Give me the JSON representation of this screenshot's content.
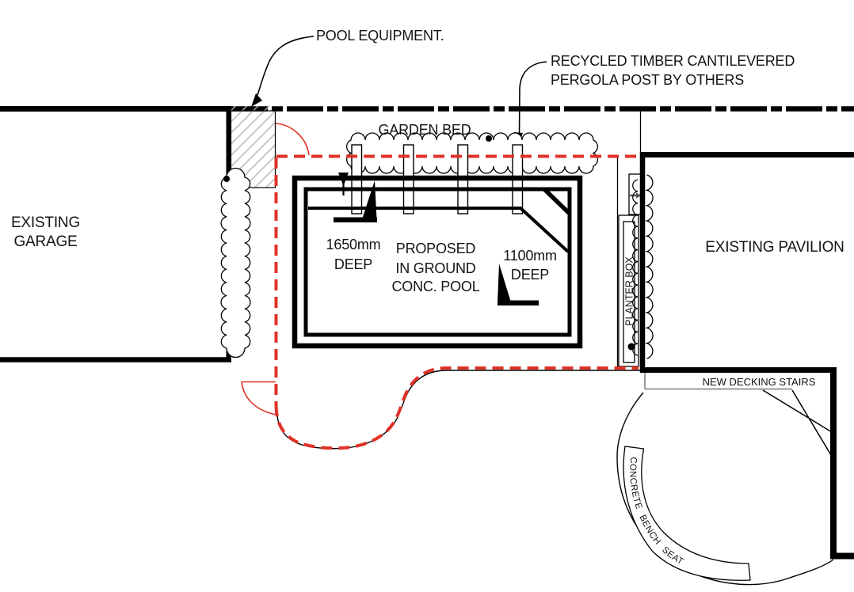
{
  "plan": {
    "callouts": {
      "pool_equipment": "POOL EQUIPMENT.",
      "pergola_note": [
        "RECYCLED TIMBER CANTILEVERED",
        "PERGOLA POST BY OTHERS"
      ],
      "garden_bed": "GARDEN BED"
    },
    "rooms": {
      "garage": [
        "EXISTING",
        "GARAGE"
      ],
      "pavilion": "EXISTING PAVILION"
    },
    "pool": {
      "name": [
        "PROPOSED",
        "IN GROUND",
        "CONC. POOL"
      ],
      "depth_left": [
        "1650mm",
        "DEEP"
      ],
      "depth_right": [
        "1100mm",
        "DEEP"
      ]
    },
    "features": {
      "planter_box": "PLANTER BOX",
      "new_decking_stairs": "NEW DECKING STAIRS",
      "concrete_bench_seat": "CONCRETE  BENCH SEAT"
    },
    "colors": {
      "pool_fence_red": "#e03227",
      "hatch_gray": "#b3b3b3",
      "stair_gray": "#9a9a9a",
      "line_black": "#000000"
    }
  }
}
